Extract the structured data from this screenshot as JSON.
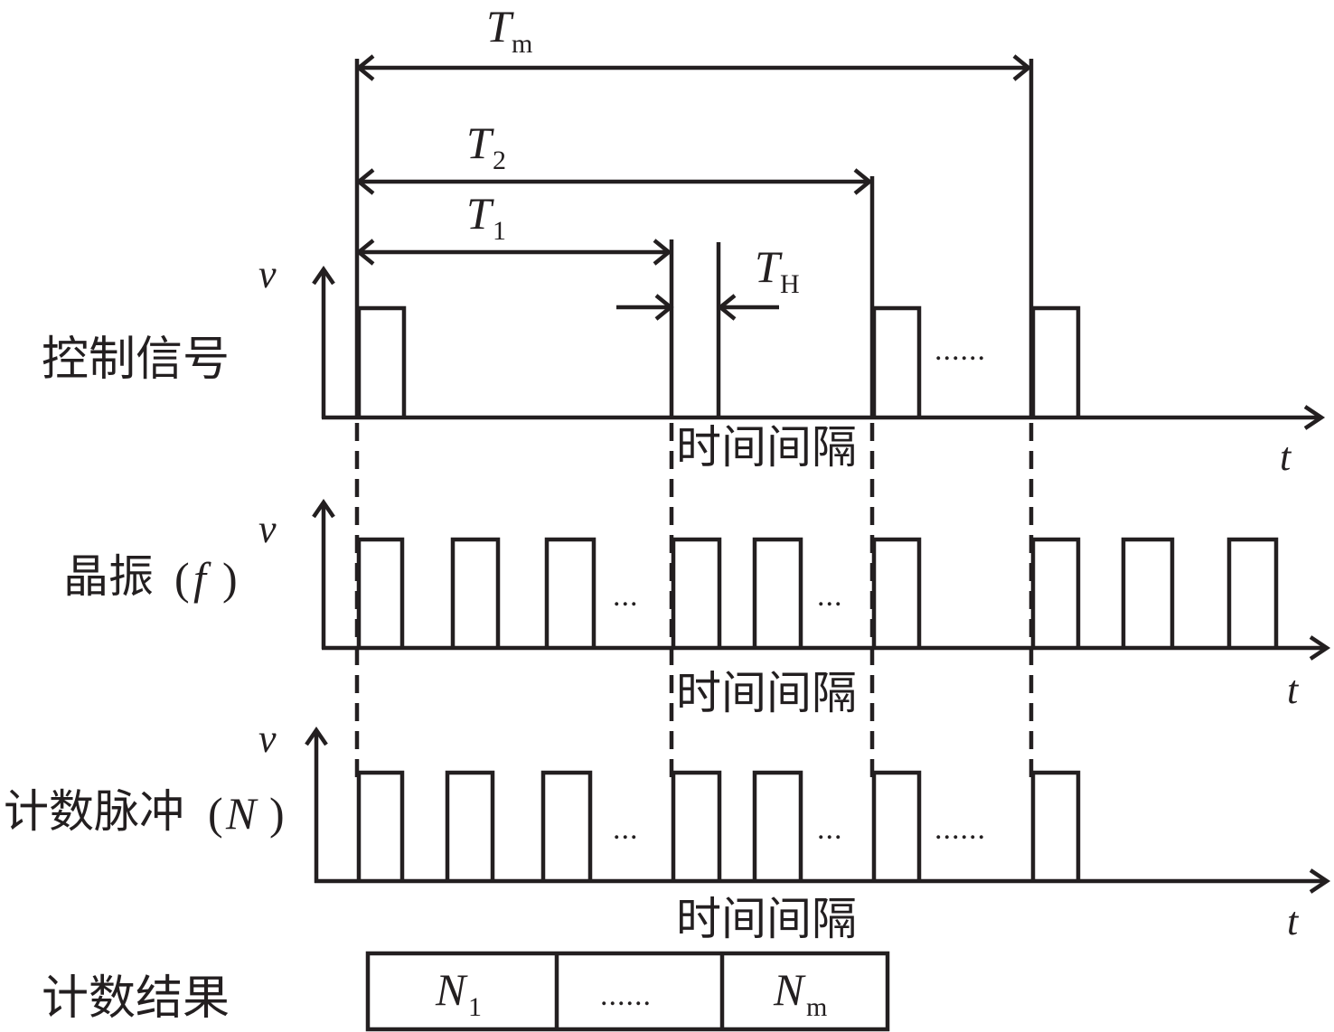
{
  "dimensions": {
    "Tm": {
      "symbol": "T",
      "subscript": "m"
    },
    "T2": {
      "symbol": "T",
      "subscript": "2"
    },
    "T1": {
      "symbol": "T",
      "subscript": "1"
    },
    "TH": {
      "symbol": "T",
      "subscript": "H"
    }
  },
  "rows": [
    {
      "id": "control",
      "label": "控制信号",
      "axis_v": "v",
      "axis_t": "t",
      "interval_label": "时间间隔",
      "ellipsis": "......"
    },
    {
      "id": "crystal",
      "label_cn": "晶振",
      "label_open": "(",
      "label_var": "f",
      "label_close": ")",
      "axis_v": "v",
      "axis_t": "t",
      "interval_label": "时间间隔",
      "ellipsis_1": "...",
      "ellipsis_2": "..."
    },
    {
      "id": "count",
      "label_cn": "计数脉冲",
      "label_open": "(",
      "label_var": "N",
      "label_close": ")",
      "axis_v": "v",
      "axis_t": "t",
      "interval_label": "时间间隔",
      "ellipsis_1": "...",
      "ellipsis_2": "...",
      "ellipsis_3": "......"
    }
  ],
  "result": {
    "label": "计数结果",
    "cells": [
      {
        "symbol": "N",
        "subscript": "1"
      },
      {
        "text": "......"
      },
      {
        "symbol": "N",
        "subscript": "m"
      }
    ]
  },
  "colors": {
    "ink": "#231f20",
    "background": "#ffffff"
  }
}
